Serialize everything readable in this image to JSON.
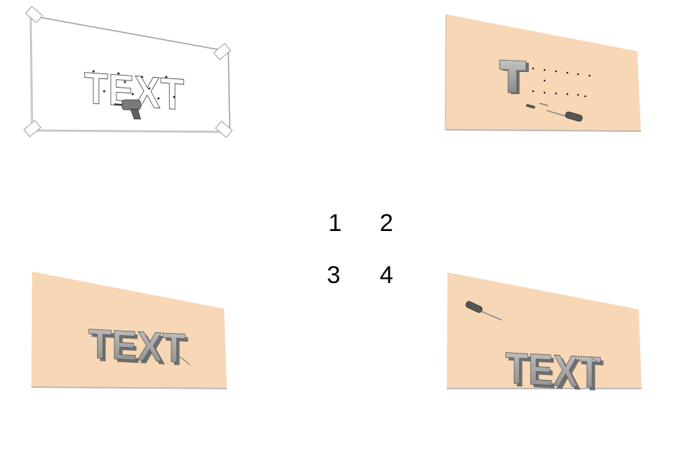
{
  "steps": [
    {
      "number": "1",
      "illustration": "template-taped-to-wall-drill-holes"
    },
    {
      "number": "2",
      "illustration": "insert-wall-plugs-and-screws"
    },
    {
      "number": "3",
      "illustration": "mount-letters-on-wall"
    },
    {
      "number": "4",
      "illustration": "tighten-screws"
    }
  ],
  "template_text": "TEXT",
  "letters": [
    "T",
    "E",
    "X",
    "T"
  ],
  "colors": {
    "wall": "#f7d7b5",
    "wall_edge": "#b9b9b9",
    "letter_face": "#a7a7a7",
    "letter_side": "#6f6f6f",
    "template_line": "#9a9a9a"
  },
  "icons": [
    "drill-icon",
    "screwdriver-icon",
    "wall-plug-icon",
    "screw-icon",
    "tape-icon"
  ]
}
